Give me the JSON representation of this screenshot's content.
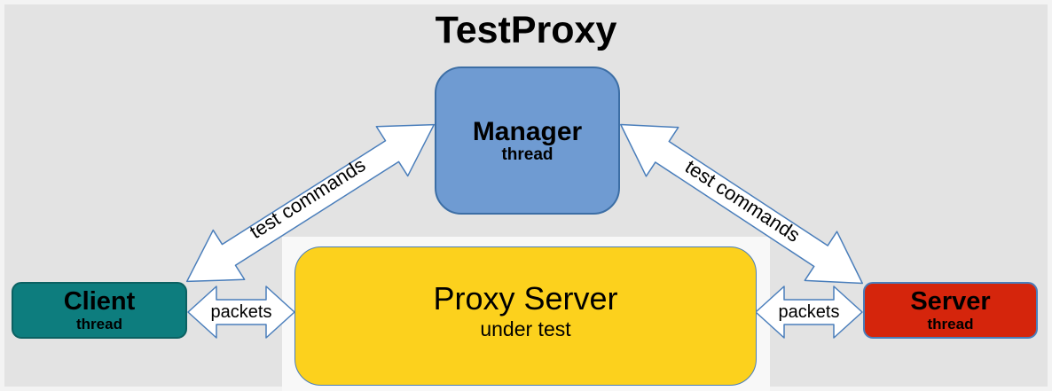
{
  "title": "TestProxy",
  "nodes": {
    "manager": {
      "label": "Manager",
      "sublabel": "thread"
    },
    "client": {
      "label": "Client",
      "sublabel": "thread"
    },
    "server": {
      "label": "Server",
      "sublabel": "thread"
    },
    "proxy_server": {
      "label": "Proxy Server",
      "sublabel": "under test"
    }
  },
  "edges": {
    "client_manager": {
      "label": "test commands"
    },
    "manager_server": {
      "label": "test commands"
    },
    "client_proxy": {
      "label": "packets"
    },
    "proxy_to_server": {
      "label": "packets"
    }
  },
  "colors": {
    "background": "#e3e3e3",
    "panel": "#f8f8f8",
    "manager_fill": "#6f9bd2",
    "manager_border": "#3c6ea5",
    "client_fill": "#0d7d7e",
    "server_fill": "#d5250c",
    "proxy_fill": "#fcd11d",
    "arrow_fill": "#ffffff",
    "arrow_stroke": "#4a7ebb",
    "text": "#000000"
  }
}
